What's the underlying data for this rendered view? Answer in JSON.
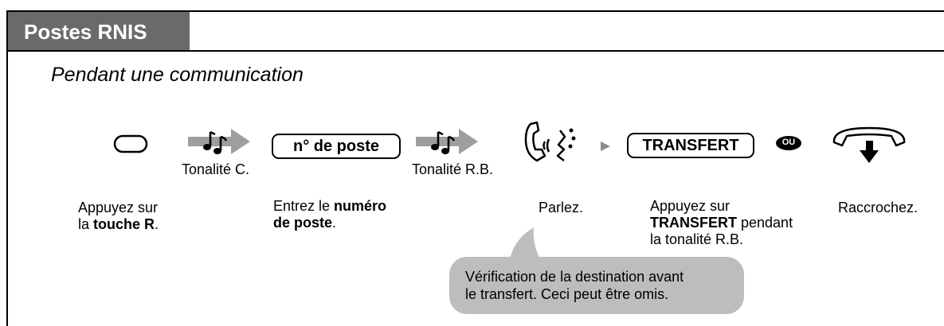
{
  "header": {
    "title": "Postes RNIS"
  },
  "subtitle": "Pendant une communication",
  "steps": {
    "tone_c": "Tonalité C.",
    "extension_key": "n° de poste",
    "tone_rb": "Tonalité R.B.",
    "transfer_key": "TRANSFERT",
    "or_badge": "OU"
  },
  "instructions": {
    "press_r_line1": "Appuyez sur",
    "press_r_line2a": "la ",
    "press_r_line2b": "touche R",
    "press_r_line2c": ".",
    "enter_line1a": "Entrez le ",
    "enter_line1b": "numéro",
    "enter_line2a": "de poste",
    "enter_line2b": ".",
    "speak": "Parlez.",
    "transfer_line1": "Appuyez sur",
    "transfer_line2a": "TRANSFERT",
    "transfer_line2b": " pendant",
    "transfer_line3": "la tonalité R.B.",
    "hangup": "Raccrochez."
  },
  "note": {
    "line1": "Vérification de la destination avant",
    "line2": "le transfert. Ceci peut  être omis."
  }
}
